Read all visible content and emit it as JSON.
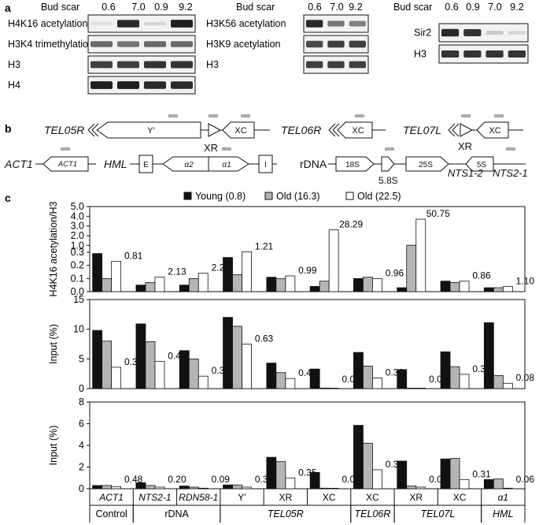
{
  "panel_a": {
    "label": "a",
    "blots": [
      {
        "header": "Bud scar",
        "lanes": [
          "0.6",
          "7.0",
          "0.9",
          "9.2"
        ],
        "rows": [
          {
            "name": "H4K16 acetylation",
            "intensity": [
              0.05,
              0.9,
              0.1,
              0.95
            ]
          },
          {
            "name": "H3K4 trimethylation",
            "intensity": [
              0.6,
              0.55,
              0.6,
              0.6
            ]
          },
          {
            "name": "H3",
            "intensity": [
              0.8,
              0.8,
              0.85,
              0.85
            ]
          },
          {
            "name": "H4",
            "intensity": [
              0.95,
              0.95,
              0.9,
              0.9
            ]
          }
        ]
      },
      {
        "header": "Bud scar",
        "lanes": [
          "0.6",
          "7.0",
          "9.2"
        ],
        "rows": [
          {
            "name": "H3K56 acetylation",
            "intensity": [
              0.9,
              0.55,
              0.5
            ]
          },
          {
            "name": "H3K9 acetylation",
            "intensity": [
              0.75,
              0.8,
              0.8
            ]
          },
          {
            "name": "H3",
            "intensity": [
              0.8,
              0.8,
              0.8
            ]
          }
        ]
      },
      {
        "header": "Bud scar",
        "lanes": [
          "0.6",
          "0.9",
          "7.0",
          "9.2"
        ],
        "rows": [
          {
            "name": "Sir2",
            "intensity": [
              0.9,
              0.85,
              0.15,
              0.1
            ]
          },
          {
            "name": "H3",
            "intensity": [
              0.85,
              0.85,
              0.85,
              0.85
            ]
          }
        ]
      }
    ]
  },
  "panel_b": {
    "label": "b",
    "loci": {
      "tel05r": "TEL05R",
      "y_prime": "Y’",
      "xr": "XR",
      "xc": "XC",
      "tel06r": "TEL06R",
      "tel07l": "TEL07L",
      "act1": "ACT1",
      "hml": "HML",
      "e": "E",
      "alpha2": "α2",
      "alpha1": "α1",
      "i": "I",
      "rdna": "rDNA",
      "s18": "18S",
      "s58": "5.8S",
      "s25": "25S",
      "s5": "5S",
      "nts1": "NTS1-2",
      "nts2": "NTS2-1"
    }
  },
  "panel_c": {
    "label": "c",
    "legend": [
      "Young (0.8)",
      "Old (16.3)",
      "Old (22.5)"
    ],
    "colors": {
      "young": "#111111",
      "old16": "#b5b5b5",
      "old22": "#ffffff"
    },
    "categories": [
      "ACT1",
      "NTS2-1",
      "RDN58-1",
      "Y’",
      "XR",
      "XC",
      "XC",
      "XR",
      "XC",
      "α1"
    ],
    "category_italic": [
      true,
      true,
      true,
      false,
      false,
      false,
      false,
      false,
      false,
      true
    ],
    "groups": [
      {
        "name": "Control",
        "span": [
          0,
          0
        ],
        "italic": false
      },
      {
        "name": "rDNA",
        "span": [
          1,
          2
        ],
        "italic": false
      },
      {
        "name": "TEL05R",
        "span": [
          3,
          5
        ],
        "italic": true
      },
      {
        "name": "TEL06R",
        "span": [
          6,
          6
        ],
        "italic": true
      },
      {
        "name": "TEL07L",
        "span": [
          7,
          8
        ],
        "italic": true
      },
      {
        "name": "HML",
        "span": [
          9,
          9
        ],
        "italic": true
      }
    ],
    "chart_data": [
      {
        "type": "bar",
        "ylabel": "H4K16 acetylation/H3",
        "yticks": [
          "0.0",
          "0.1",
          "0.2",
          "0.3",
          "1.0",
          "2.0",
          "3.0",
          "4.0",
          "5.0"
        ],
        "series": [
          {
            "name": "Young (0.8)",
            "values": [
              0.29,
              0.05,
              0.05,
              0.26,
              0.11,
              0.04,
              0.1,
              0.03,
              0.08,
              0.03
            ]
          },
          {
            "name": "Old (16.3)",
            "values": [
              0.1,
              0.07,
              0.1,
              0.13,
              0.1,
              0.08,
              0.11,
              1.02,
              0.07,
              0.03
            ]
          },
          {
            "name": "Old (22.5)",
            "values": [
              0.23,
              0.11,
              0.14,
              0.33,
              0.12,
              2.6,
              0.1,
              3.7,
              0.08,
              0.04
            ]
          }
        ],
        "ratios": [
          "0.81",
          "2.13",
          "2.25",
          "1.21",
          "0.99",
          "28.29",
          "0.96",
          "50.75",
          "0.86",
          "1.10"
        ]
      },
      {
        "type": "bar",
        "ylabel": "Input (%)",
        "ylim": [
          0,
          15
        ],
        "yticks": [
          "0",
          "5",
          "10",
          "15"
        ],
        "series": [
          {
            "name": "Young (0.8)",
            "values": [
              9.8,
              10.9,
              6.4,
              12.0,
              4.3,
              3.3,
              6.1,
              3.2,
              6.2,
              11.1
            ]
          },
          {
            "name": "Old (16.3)",
            "values": [
              8.0,
              7.9,
              5.0,
              10.5,
              2.7,
              0.1,
              3.8,
              0.05,
              3.7,
              2.2
            ]
          },
          {
            "name": "Old (22.5)",
            "values": [
              3.6,
              4.6,
              2.1,
              7.5,
              1.7,
              0.0,
              1.8,
              0.02,
              2.4,
              0.9
            ]
          }
        ],
        "ratios": [
          "0.37",
          "0.43",
          "0.33",
          "0.63",
          "0.41",
          "0.00",
          "0.30",
          "0.01",
          "0.39",
          "0.08"
        ]
      },
      {
        "type": "bar",
        "ylabel": "Input (%)",
        "ylim": [
          0,
          8
        ],
        "yticks": [
          "0",
          "2",
          "4",
          "6",
          "8"
        ],
        "series": [
          {
            "name": "Young (0.8)",
            "values": [
              0.3,
              0.55,
              0.25,
              0.35,
              2.9,
              1.5,
              5.85,
              2.55,
              2.75,
              0.85
            ]
          },
          {
            "name": "Old (16.3)",
            "values": [
              0.3,
              0.3,
              0.15,
              0.35,
              2.5,
              0.05,
              4.2,
              0.25,
              2.8,
              0.9
            ]
          },
          {
            "name": "Old (22.5)",
            "values": [
              0.2,
              0.15,
              0.05,
              0.15,
              1.0,
              0.0,
              1.75,
              0.15,
              0.85,
              0.05
            ]
          }
        ],
        "ratios": [
          "0.48",
          "0.20",
          "0.09",
          "0.38",
          "0.35",
          "0.00",
          "0.30",
          "0.06",
          "0.31",
          "0.06"
        ]
      }
    ]
  }
}
